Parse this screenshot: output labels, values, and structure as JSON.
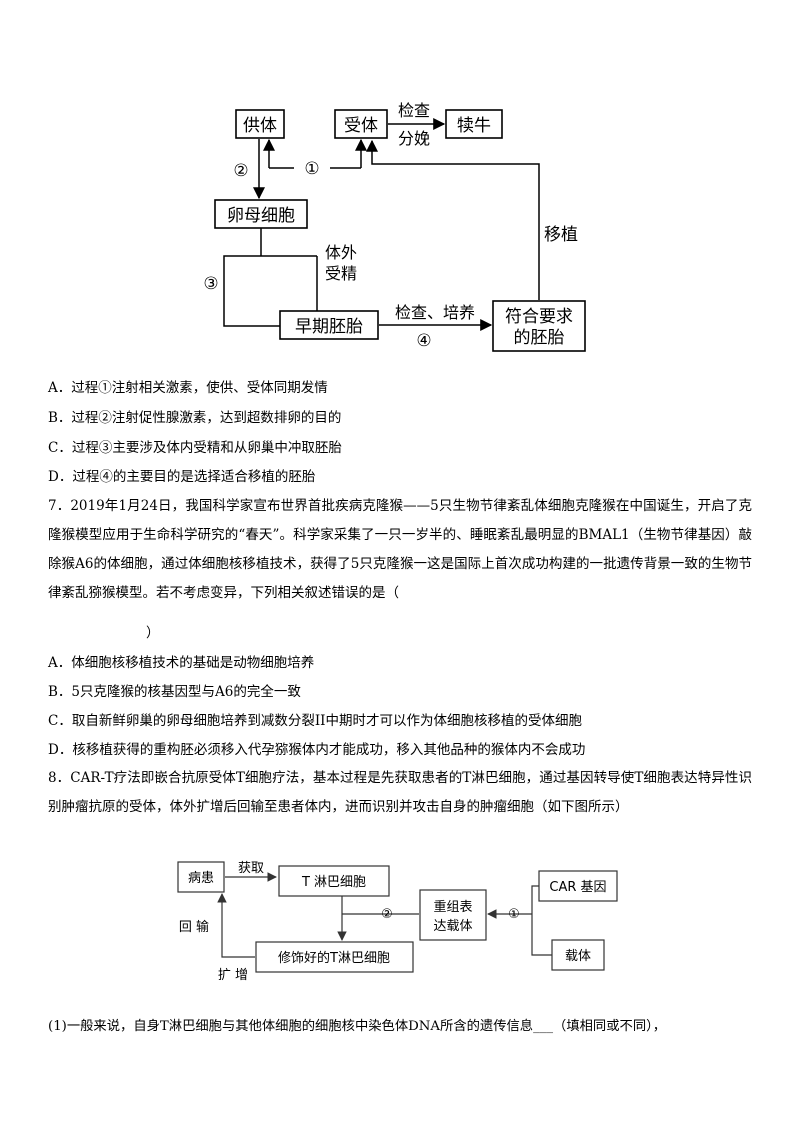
{
  "diagram1": {
    "donor": "供体",
    "recipient": "受体",
    "calf": "犊牛",
    "check": "检查",
    "calving": "分娩",
    "oocyte": "卵母细胞",
    "ivf_line1": "体外",
    "ivf_line2": "受精",
    "early_embryo": "早期胚胎",
    "check_culture": "检查、培养",
    "qualified_line1": "符合要求",
    "qualified_line2": "的胚胎",
    "transplant": "移植",
    "n1": "①",
    "n2": "②",
    "n3": "③",
    "n4": "④"
  },
  "q6_options": [
    "A．过程①注射相关激素，使供、受体同期发情",
    "B．过程②注射促性腺激素，达到超数排卵的目的",
    "C．过程③主要涉及体内受精和从卵巢中冲取胚胎",
    "D．过程④的主要目的是选择适合移植的胚胎"
  ],
  "q7": {
    "stem": "7．2019年1月24日，我国科学家宣布世界首批疾病克隆猴——5只生物节律紊乱体细胞克隆猴在中国诞生，开启了克隆猴模型应用于生命科学研究的“春天”。科学家采集了一只一岁半的、睡眠紊乱最明显的BMAL1（生物节律基因）敲除猴A6的体细胞，通过体细胞核移植技术，获得了5只克隆猴一这是国际上首次成功构建的一批遗传背景一致的生物节律紊乱猕猴模型。若不考虑变异，下列相关叙述错误的是（",
    "stem_end": "）",
    "options": [
      "A．体细胞核移植技术的基础是动物细胞培养",
      "B．5只克隆猴的核基因型与A6的完全一致",
      "C．取自新鲜卵巢的卵母细胞培养到减数分裂II中期时才可以作为体细胞核移植的受体细胞",
      "D．核移植获得的重构胚必须移入代孕猕猴体内才能成功，移入其他品种的猴体内不会成功"
    ]
  },
  "q8": {
    "stem": "8．CAR-T疗法即嵌合抗原受体T细胞疗法，基本过程是先获取患者的T淋巴细胞，通过基因转导使T细胞表达特异性识别肿瘤抗原的受体，体外扩增后回输至患者体内，进而识别并攻击自身的肿瘤细胞（如下图所示）"
  },
  "diagram2": {
    "patient": "病患",
    "obtain": "获取",
    "tcell": "T 淋巴细胞",
    "recomb_line1": "重组表",
    "recomb_line2": "达载体",
    "car_gene": "CAR 基因",
    "vector": "载体",
    "modified_tcell": "修饰好的T淋巴细胞",
    "reinfuse": "回 输",
    "amplify": "扩 增",
    "n1": "①",
    "n2": "②"
  },
  "q8_sub1": "(1)一般来说，自身T淋巴细胞与其他体细胞的细胞核中染色体DNA所含的遗传信息___（填相同或不同），"
}
